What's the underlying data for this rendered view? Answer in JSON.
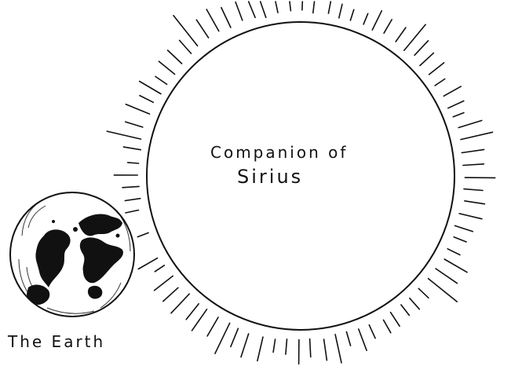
{
  "companion": {
    "label_line1": "Companion of",
    "label_line2": "Sirius"
  },
  "earth": {
    "label": "The Earth"
  },
  "colors": {
    "ink": "#111111",
    "paper": "#ffffff"
  }
}
